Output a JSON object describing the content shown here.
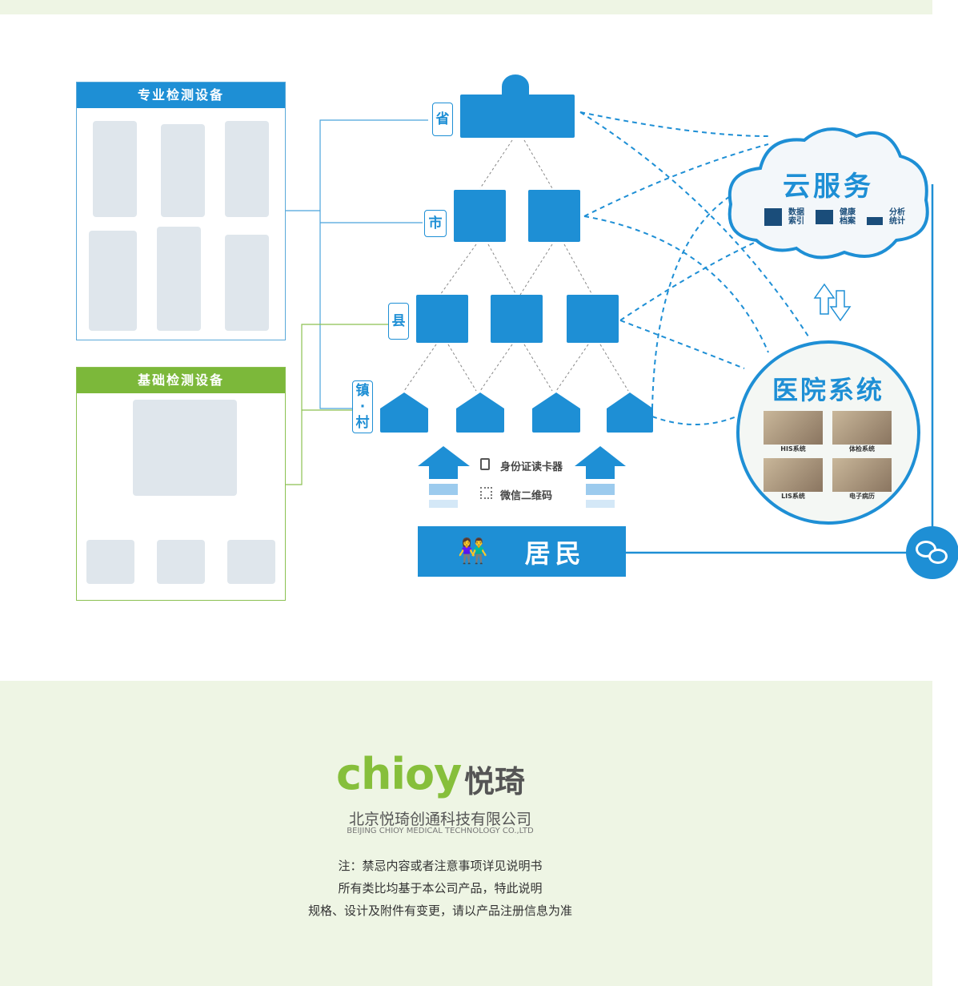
{
  "panels": {
    "professional": {
      "title": "专业检测设备"
    },
    "basic": {
      "title": "基础检测设备"
    }
  },
  "levels": {
    "province": "省",
    "city": "市",
    "county": "县",
    "town": "镇",
    "dot": "·",
    "village": "村"
  },
  "inputs": {
    "id_card": "身份证读卡器",
    "wechat_qr": "微信二维码"
  },
  "residents": "居民",
  "cloud": {
    "title": "云服务",
    "items": [
      {
        "line1": "数据",
        "line2": "索引",
        "icon": "server-icon"
      },
      {
        "line1": "健康",
        "line2": "档案",
        "icon": "archive-icon"
      },
      {
        "line1": "分析",
        "line2": "统计",
        "icon": "chart-icon"
      }
    ]
  },
  "hospital_system": {
    "title": "医院系统",
    "items": [
      "HIS系统",
      "体检系统",
      "LIS系统",
      "电子病历"
    ]
  },
  "colors": {
    "blue": "#1e8fd5",
    "green": "#86bf3b"
  },
  "footer": {
    "logo_en": "chioy",
    "logo_cn": "悦琦",
    "company": "北京悦琦创通科技有限公司",
    "company_en": "BEIJING CHIOY MEDICAL TECHNOLOGY CO.,LTD",
    "notes": [
      "注：禁忌内容或者注意事项详见说明书",
      "所有类比均基于本公司产品，特此说明",
      "规格、设计及附件有变更，请以产品注册信息为准"
    ]
  }
}
